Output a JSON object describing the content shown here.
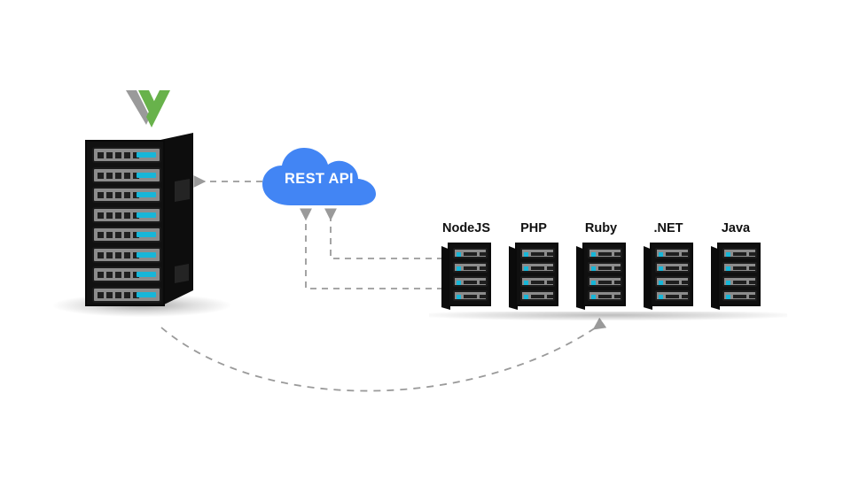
{
  "diagram": {
    "title": "REST API backend architecture",
    "background": "#ffffff",
    "colors": {
      "cloud_blue": "#4285f4",
      "led_cyan": "#17b6d8",
      "server_body": "#111111",
      "slot_gray": "#8c8c8c",
      "arrow_gray": "#9a9a9a",
      "logo_green": "#68b24b",
      "logo_gray": "#9a9a9a",
      "label_black": "#111111"
    }
  },
  "brand": {
    "logo_name": "vue-logo",
    "logo_alt": "Vue"
  },
  "client": {
    "name": "client-server-rack",
    "slot_count": 8,
    "vent_dots_per_slot": 5,
    "has_led": true
  },
  "api": {
    "label": "REST API",
    "shape": "cloud"
  },
  "backends": [
    {
      "label": "NodeJS",
      "slot_count": 4
    },
    {
      "label": "PHP",
      "slot_count": 4
    },
    {
      "label": "Ruby",
      "slot_count": 4
    },
    {
      "label": ".NET",
      "slot_count": 4
    },
    {
      "label": "Java",
      "slot_count": 4
    }
  ],
  "connections": [
    {
      "name": "api-to-client",
      "from": "REST API",
      "to": "client-server-rack",
      "style": "dashed",
      "direction": "left"
    },
    {
      "name": "backend-to-api-1",
      "from": "NodeJS",
      "to": "REST API",
      "style": "dashed",
      "direction": "up"
    },
    {
      "name": "backend-to-api-2",
      "from": "NodeJS",
      "to": "REST API",
      "style": "dashed",
      "direction": "up"
    },
    {
      "name": "client-to-backend-curve",
      "from": "client-server-rack",
      "to": "Ruby",
      "style": "dashed-curved",
      "direction": "right"
    }
  ]
}
